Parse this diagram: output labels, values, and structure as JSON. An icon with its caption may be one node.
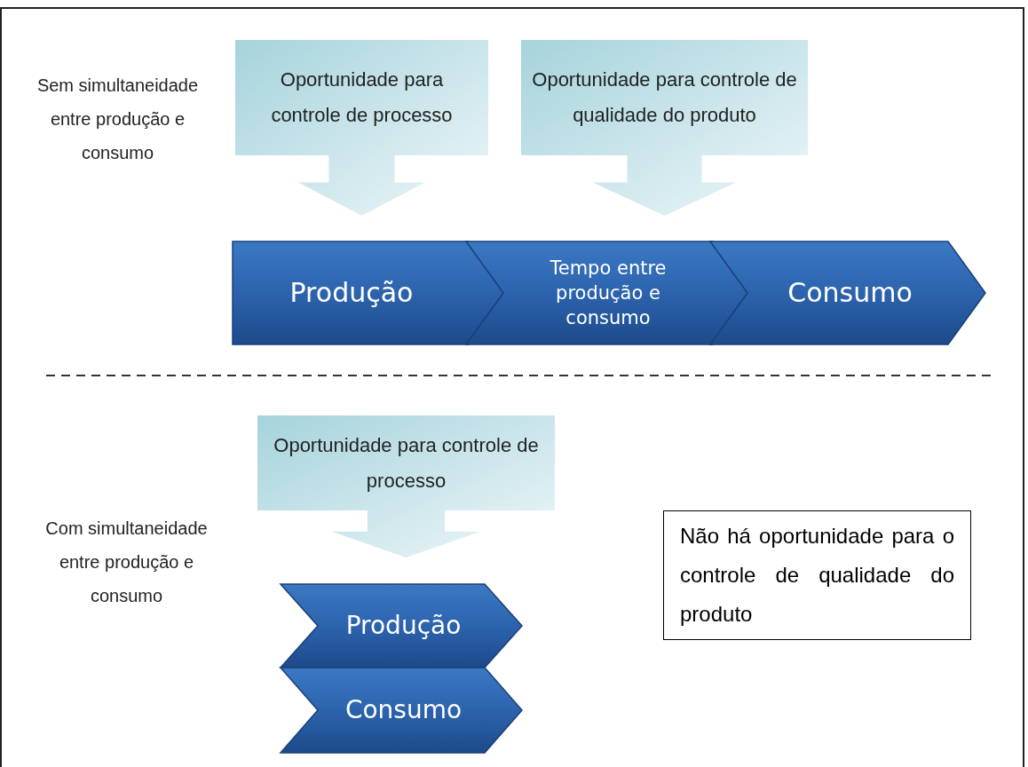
{
  "diagram": {
    "nodes": [
      {
        "text": [
          "Oportunidade para controle de processo"
        ]
      },
      {
        "text": [
          "Oportunidade para controle de qualidade do produto"
        ]
      },
      {
        "text": [
          "Produção"
        ]
      },
      {
        "text": [
          "Tempo entre produção e consumo"
        ]
      },
      {
        "text": [
          "Consumo"
        ]
      },
      {
        "text": [
          "Oportunidade para controle de processo"
        ]
      },
      {
        "text": [
          "Produção"
        ]
      },
      {
        "text": [
          "Consumo"
        ]
      },
      {
        "text": [
          "Não há oportunidade para o controle de qualidade do produto"
        ]
      }
    ],
    "labels": [
      "Sem simultaneidade entre produção e consumo",
      "Com simultaneidade entre produção e consumo"
    ]
  }
}
